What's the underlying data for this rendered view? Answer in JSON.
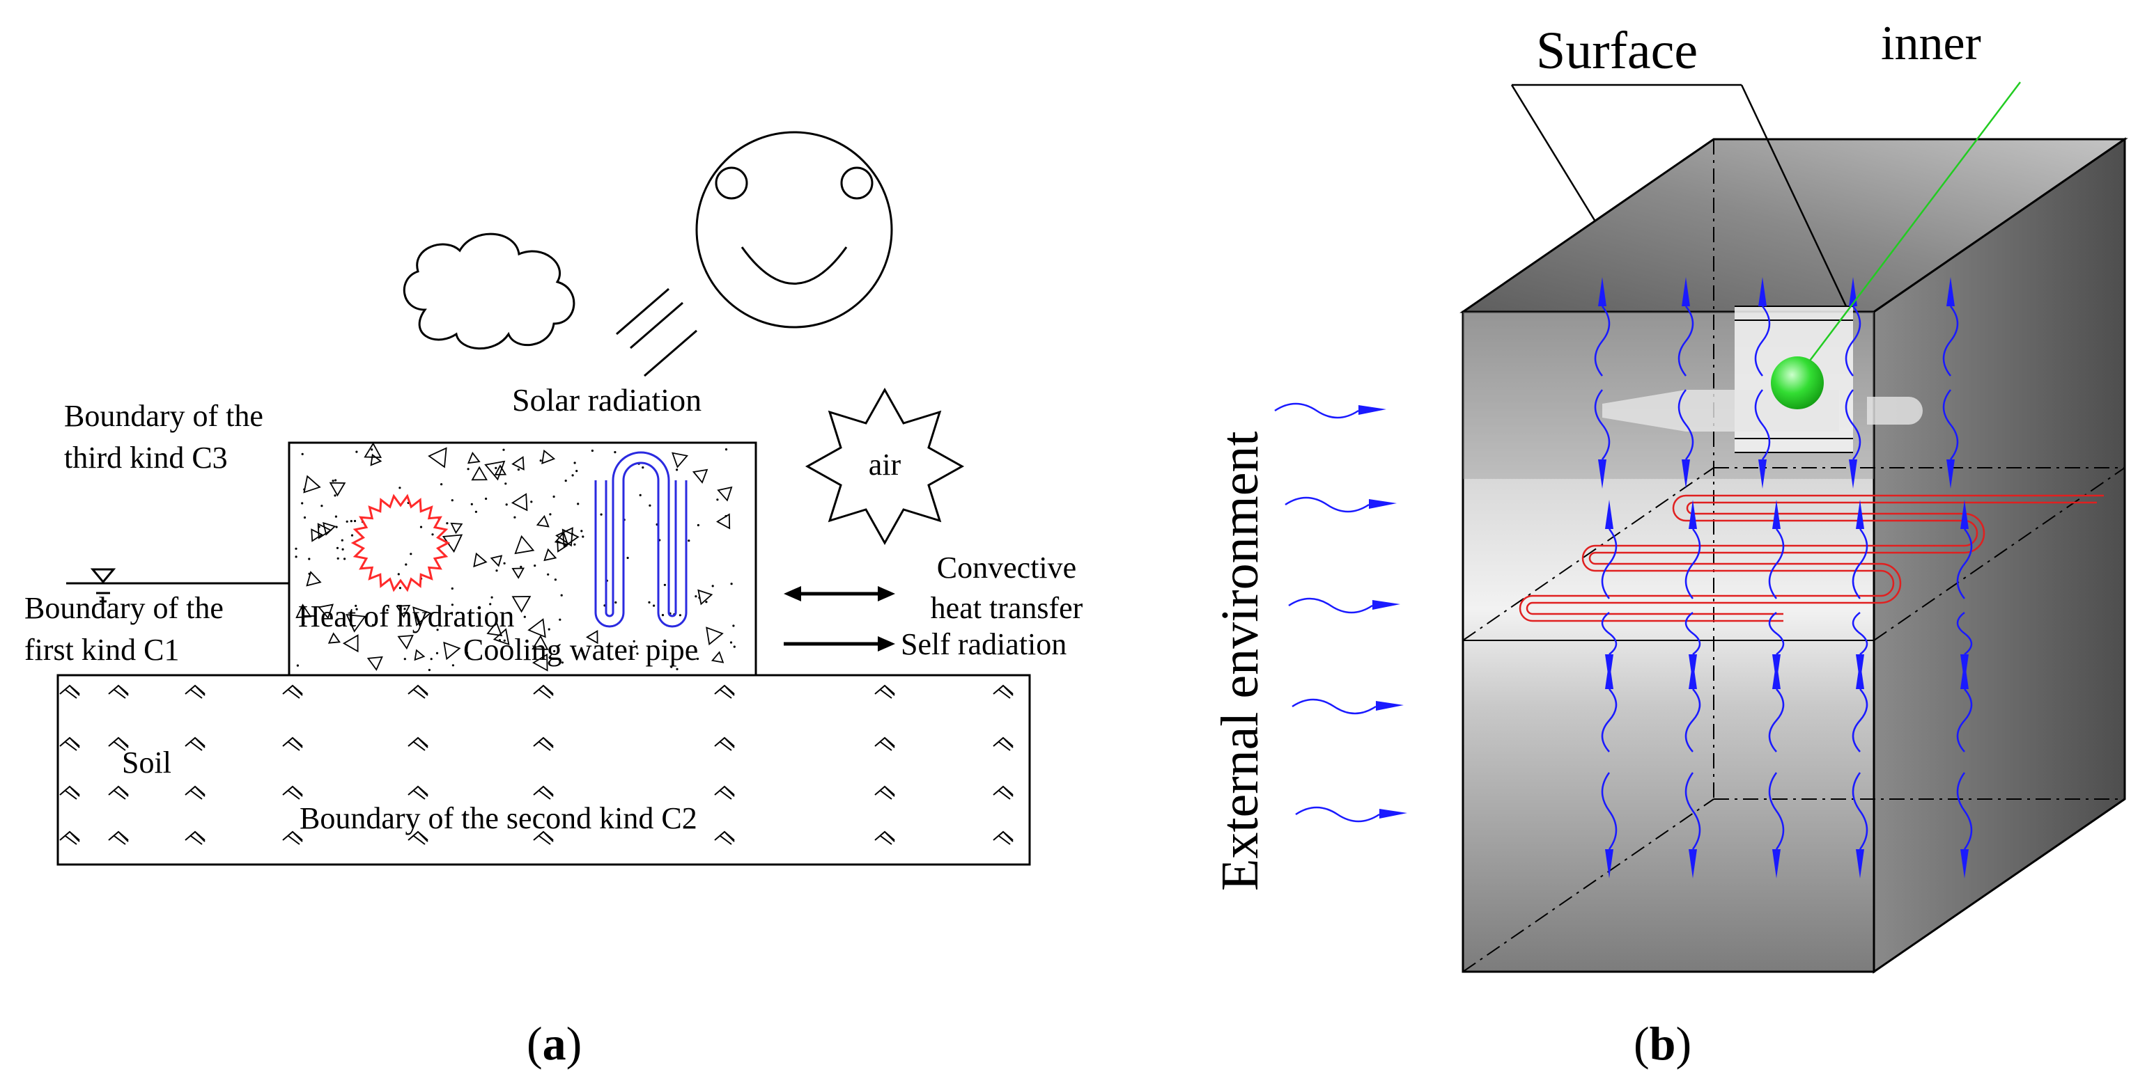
{
  "panel_a": {
    "caption_open": "(",
    "caption_letter": "a",
    "caption_close": ")",
    "labels": {
      "solar_radiation": "Solar radiation",
      "air": "air",
      "boundary_third_line1": "Boundary of the",
      "boundary_third_line2": "third kind C3",
      "boundary_first_line1": "Boundary of the",
      "boundary_first_line2": "first kind C1",
      "heat_of_hydration": "Heat of hydration",
      "cooling_water_pipe": "Cooling water pipe",
      "convective_line1": "Convective",
      "convective_line2": "heat transfer",
      "self_radiation": "Self radiation",
      "soil": "Soil",
      "boundary_second": "Boundary of the second kind C2"
    }
  },
  "panel_b": {
    "caption_open": "(",
    "caption_letter": "b",
    "caption_close": ")",
    "labels": {
      "surface": "Surface",
      "inner": "inner",
      "external_environment": "External environment"
    }
  },
  "colors": {
    "heat_arrow_blue": "#1a1aff",
    "pipe_red": "#e02020",
    "hydration_red": "#ff2a2a",
    "inner_point_green": "#22cc22",
    "cooling_pipe_blue": "#2a2ae0"
  }
}
